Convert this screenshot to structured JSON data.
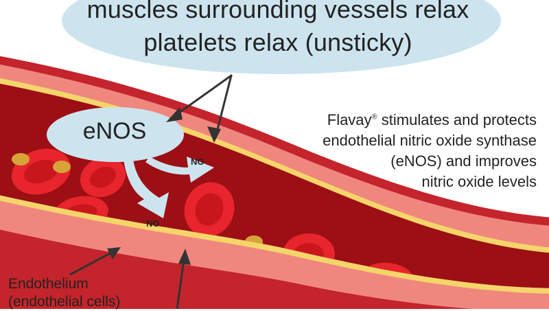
{
  "bubble": {
    "line1": "muscles surrounding vessels relax",
    "line2": "platelets relax (unsticky)"
  },
  "enos_label": "eNOS",
  "no_labels": [
    "NO",
    "NO"
  ],
  "info": {
    "brand": "Flavay",
    "mark": "®",
    "line1_rest": " stimulates and protects",
    "line2": "endothelial nitric oxide synthase",
    "line3": "(eNOS) and improves",
    "line4": "nitric oxide levels"
  },
  "endothelium": {
    "line1": "Endothelium",
    "line2": "(endothelial cells)"
  },
  "colors": {
    "bubble": "#cde4ef",
    "vessel_wall": "#f0877e",
    "vessel_outer": "#c4242b",
    "endothelium_line": "#f5d56a",
    "blood": "#9c0f14",
    "red_cell": "#e8252c",
    "red_cell_center": "#c8161d",
    "platelet": "#d7a43a",
    "arrow": "#333333"
  }
}
